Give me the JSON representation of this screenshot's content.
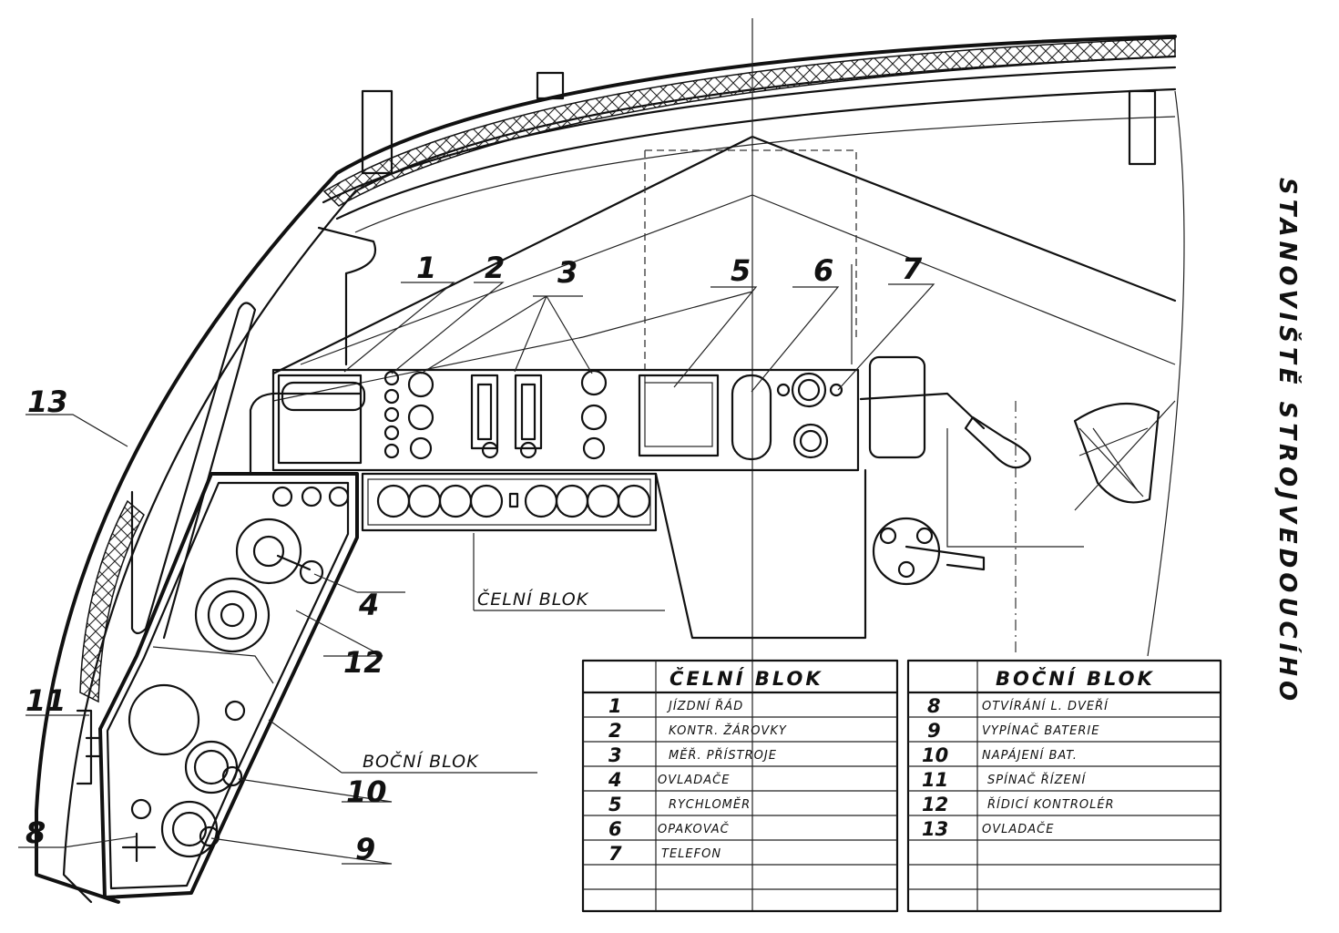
{
  "title": "STANOVIŠTĚ STROJVEDOUCÍHO",
  "callouts": [
    "1",
    "2",
    "3",
    "4",
    "5",
    "6",
    "7",
    "8",
    "9",
    "10",
    "11",
    "12",
    "13"
  ],
  "labels": {
    "front_block": "ČELNÍ BLOK",
    "side_block": "BOČNÍ BLOK"
  },
  "legend": {
    "front": {
      "heading": "ČELNÍ BLOK",
      "rows": [
        {
          "num": "1",
          "text": "JÍZDNÍ ŘÁD"
        },
        {
          "num": "2",
          "text": "KONTR. ŽÁROVKY"
        },
        {
          "num": "3",
          "text": "MĚŘ. PŘÍSTROJE"
        },
        {
          "num": "4",
          "text": "OVLADAČE"
        },
        {
          "num": "5",
          "text": "RYCHLOMĚR"
        },
        {
          "num": "6",
          "text": "OPAKOVAČ"
        },
        {
          "num": "7",
          "text": "TELEFON"
        }
      ]
    },
    "side": {
      "heading": "BOČNÍ BLOK",
      "rows": [
        {
          "num": "8",
          "text": "OTVÍRÁNÍ L. DVEŘÍ"
        },
        {
          "num": "9",
          "text": "VYPÍNAČ BATERIE"
        },
        {
          "num": "10",
          "text": "NAPÁJENÍ BAT."
        },
        {
          "num": "11",
          "text": "SPÍNAČ ŘÍZENÍ"
        },
        {
          "num": "12",
          "text": "ŘÍDICÍ KONTROLÉR"
        },
        {
          "num": "13",
          "text": "OVLADAČE"
        }
      ]
    }
  }
}
